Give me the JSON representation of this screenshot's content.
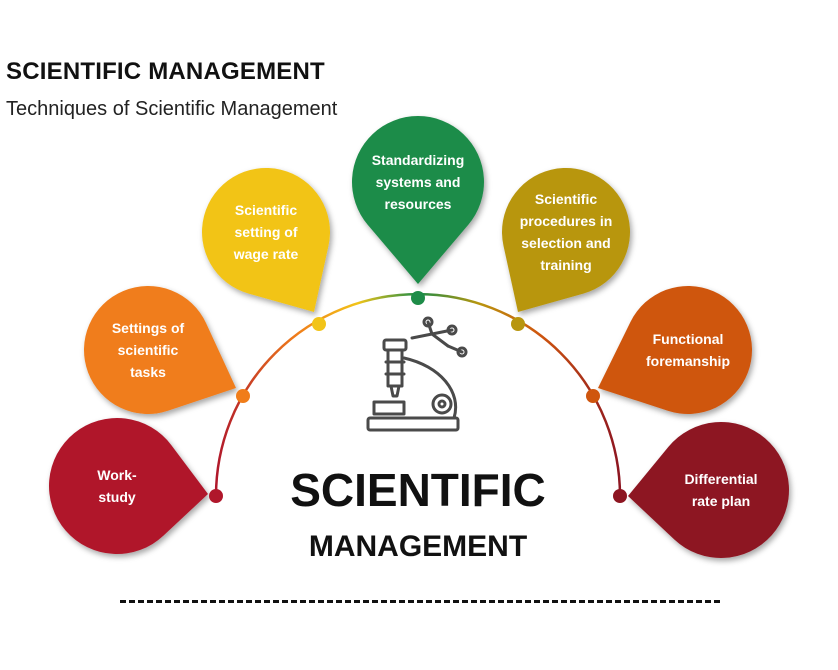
{
  "header": {
    "title": "SCIENTIFIC MANAGEMENT",
    "subtitle": "Techniques of Scientific Management"
  },
  "center": {
    "icon": "microscope-icon",
    "title_line1": "SCIENTIFIC",
    "title_line2": "MANAGEMENT"
  },
  "nodes": [
    {
      "lines": [
        "Work-",
        "study"
      ],
      "color": "#b0172b"
    },
    {
      "lines": [
        "Settings of",
        "scientific",
        "tasks"
      ],
      "color": "#f07d1a"
    },
    {
      "lines": [
        "Scientific",
        "setting of",
        "wage rate"
      ],
      "color": "#f2c418"
    },
    {
      "lines": [
        "Standardizing",
        "systems and",
        "resources"
      ],
      "color": "#1e8c48"
    },
    {
      "lines": [
        "Scientific",
        "procedures in",
        "selection and",
        "training"
      ],
      "color": "#b8960f"
    },
    {
      "lines": [
        "Functional",
        "foremanship"
      ],
      "color": "#cf560e"
    },
    {
      "lines": [
        "Differential",
        "rate plan"
      ],
      "color": "#8d1521"
    }
  ]
}
